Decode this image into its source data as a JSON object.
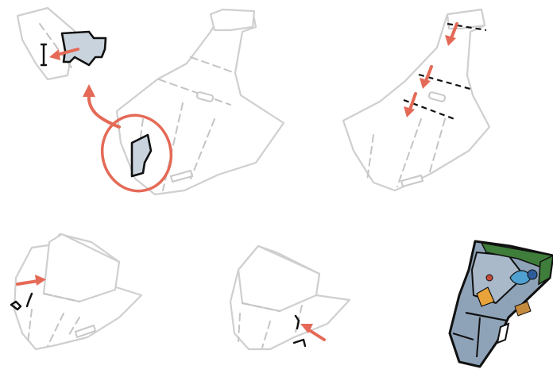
{
  "colors": {
    "accent_arrow": "#e46a57",
    "outline": "#cfcfcf",
    "fold_dash": "#c4c4c4",
    "piece_fill": "#c9d3dd",
    "ink": "#111111"
  },
  "steps": [
    {
      "id": 1,
      "subject": "insert-tab-into-slot"
    },
    {
      "id": 2,
      "subject": "fold-along-dashed-lines"
    },
    {
      "id": 3,
      "subject": "fold-and-insert-left-tab"
    },
    {
      "id": 4,
      "subject": "insert-right-tab"
    },
    {
      "id": 5,
      "subject": "assembled-ship"
    }
  ]
}
